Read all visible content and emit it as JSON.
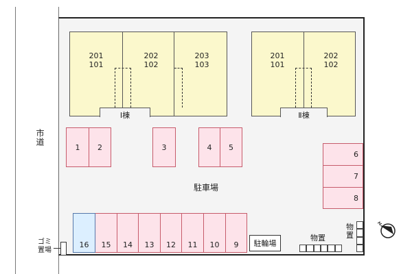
{
  "road_label": "市道",
  "building1": {
    "label": "Ⅰ棟",
    "units": [
      {
        "upper": "201",
        "lower": "101"
      },
      {
        "upper": "202",
        "lower": "102"
      },
      {
        "upper": "203",
        "lower": "103"
      }
    ]
  },
  "building2": {
    "label": "Ⅱ棟",
    "units": [
      {
        "upper": "201",
        "lower": "101"
      },
      {
        "upper": "202",
        "lower": "102"
      }
    ]
  },
  "parking_label": "駐車場",
  "spaces": [
    "1",
    "2",
    "3",
    "4",
    "5",
    "6",
    "7",
    "8",
    "9",
    "10",
    "11",
    "12",
    "13",
    "14",
    "15",
    "16"
  ],
  "bicycle_label": "駐輪場",
  "storage_label": "物置",
  "storage_label_vertical": "物置",
  "garbage_label": "ゴミ置場",
  "colors": {
    "building": "#fbf8cc",
    "parking": "#fde3ea",
    "parking_highlight": "#dcefff"
  }
}
